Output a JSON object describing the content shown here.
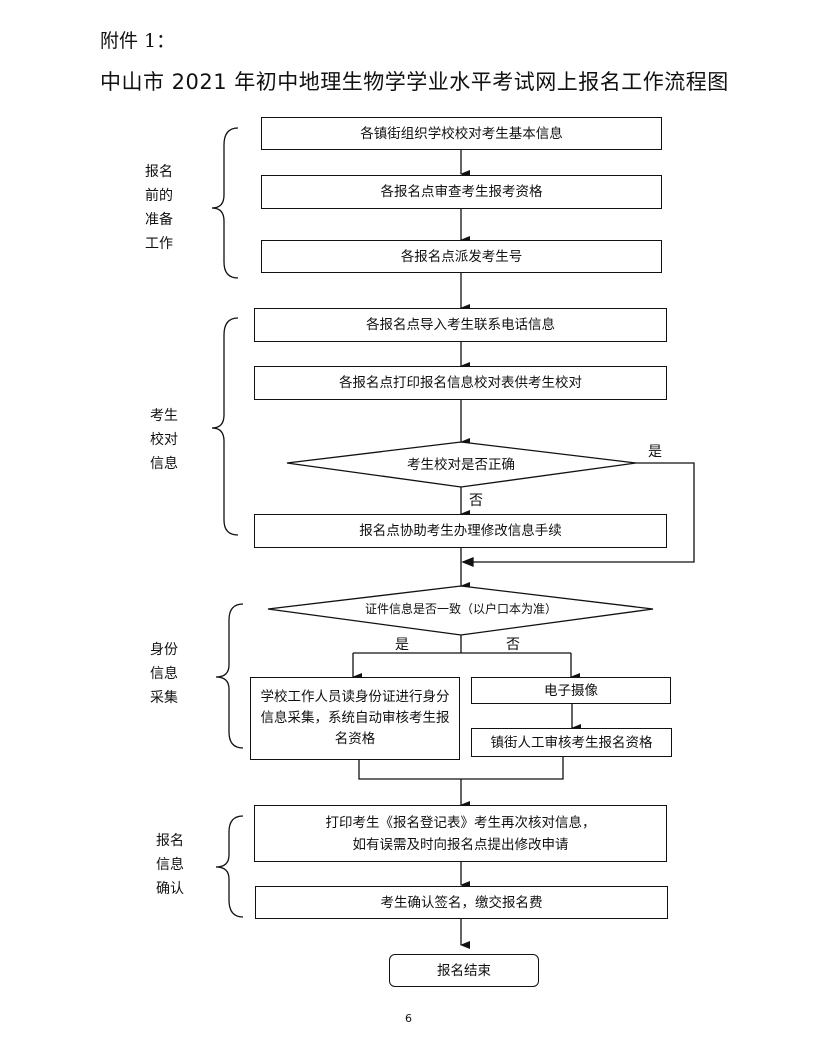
{
  "attachment_label": "附件 1：",
  "title": "中山市 2021 年初中地理生物学学业水平考试网上报名工作流程图",
  "sections": [
    {
      "label": "报名前的准备工作",
      "lines": [
        "报名",
        "前的",
        "准备",
        "工作"
      ]
    },
    {
      "label": "考生校对信息",
      "lines": [
        "考生",
        "校对",
        "信息"
      ]
    },
    {
      "label": "身份信息采集",
      "lines": [
        "身份",
        "信息",
        "采集"
      ]
    },
    {
      "label": "报名信息确认",
      "lines": [
        "报名",
        "信息",
        "确认"
      ]
    }
  ],
  "steps": {
    "s1": "各镇街组织学校校对考生基本信息",
    "s2": "各报名点审查考生报考资格",
    "s3": "各报名点派发考生号",
    "s4": "各报名点导入考生联系电话信息",
    "s5": "各报名点打印报名信息校对表供考生校对",
    "d1": "考生校对是否正确",
    "s6": "报名点协助考生办理修改信息手续",
    "d2": "证件信息是否一致（以户口本为准）",
    "s7": "学校工作人员读身份证进行身分信息采集，系统自动审核考生报名资格",
    "s8": "电子摄像",
    "s9": "镇街人工审核考生报名资格",
    "s10_line1": "打印考生《报名登记表》考生再次核对信息，",
    "s10_line2": "如有误需及时向报名点提出修改申请",
    "s11": "考生确认签名，缴交报名费",
    "end": "报名结束"
  },
  "branch_labels": {
    "d1_yes": "是",
    "d1_no": "否",
    "d2_yes": "是",
    "d2_no": "否"
  },
  "page_number": "6"
}
